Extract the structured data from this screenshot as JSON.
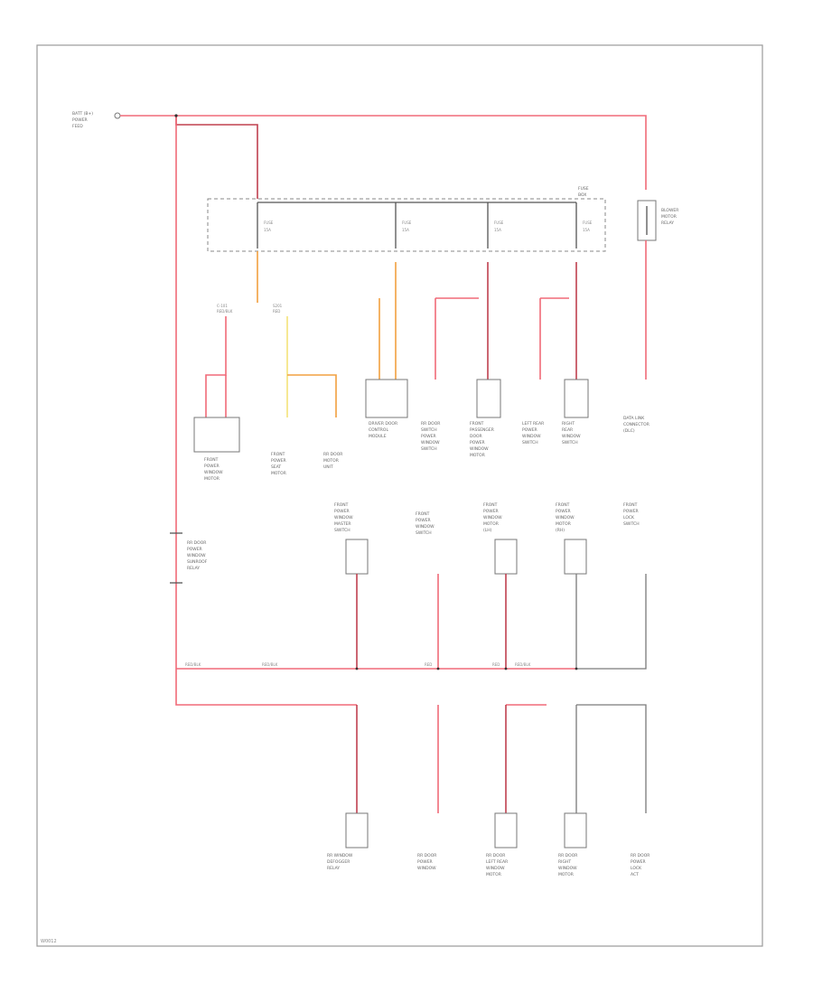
{
  "source_label": [
    "BATT (B+)",
    "POWER",
    "FEED"
  ],
  "fuse_block_label": [
    "FUSE",
    "BOX"
  ],
  "fuses": [
    {
      "name": "FUSE",
      "rating": "15A"
    },
    {
      "name": "FUSE",
      "rating": "15A"
    },
    {
      "name": "FUSE",
      "rating": "15A"
    },
    {
      "name": "FUSE",
      "rating": "15A"
    }
  ],
  "relay_label": [
    "BLOWER",
    "MOTOR",
    "RELAY"
  ],
  "splice_labels": {
    "left": [
      "C-101",
      "RED/BLK"
    ],
    "mid": [
      "S201",
      "RED"
    ]
  },
  "top_components": [
    [
      "FRONT",
      "POWER",
      "WINDOW",
      "MOTOR"
    ],
    [
      "FRONT",
      "POWER",
      "SEAT",
      "MOTOR"
    ],
    [
      "RR DOOR",
      "MOTOR",
      "UNIT"
    ],
    [
      "DRIVER DOOR",
      "CONTROL",
      "MODULE"
    ],
    [
      "RR DOOR",
      "SWITCH",
      "POWER",
      "WINDOW",
      "SWITCH"
    ],
    [
      "FRONT",
      "PASSENGER",
      "DOOR",
      "POWER",
      "WINDOW",
      "MOTOR"
    ],
    [
      "LEFT REAR",
      "POWER",
      "WINDOW",
      "SWITCH"
    ],
    [
      "RIGHT",
      "REAR",
      "WINDOW",
      "SWITCH"
    ],
    [
      "DATA LINK",
      "CONNECTOR",
      "(DLC)"
    ]
  ],
  "middle_components": [
    [
      "FRONT",
      "POWER",
      "WINDOW",
      "MASTER",
      "SWITCH"
    ],
    [
      "FRONT",
      "POWER",
      "WINDOW",
      "SWITCH"
    ],
    [
      "FRONT",
      "POWER",
      "WINDOW",
      "MOTOR",
      "(LH)"
    ],
    [
      "FRONT",
      "POWER",
      "WINDOW",
      "MOTOR",
      "(RH)"
    ],
    [
      "FRONT",
      "POWER",
      "LOCK",
      "SWITCH"
    ]
  ],
  "side_component": [
    "RR DOOR",
    "POWER",
    "WINDOW",
    "SUNROOF",
    "RELAY"
  ],
  "bus_labels": [
    "RED/BLK",
    "RED/BLK",
    "RED",
    "RED",
    "RED/BLK"
  ],
  "bottom_components": [
    [
      "RR WINDOW",
      "DEFOGGER",
      "RELAY"
    ],
    [
      "RR DOOR",
      "POWER",
      "WINDOW"
    ],
    [
      "RR DOOR",
      "LEFT REAR",
      "WINDOW",
      "MOTOR"
    ],
    [
      "RR DOOR",
      "RIGHT",
      "WINDOW",
      "MOTOR"
    ],
    [
      "RR DOOR",
      "POWER",
      "LOCK",
      "ACT"
    ]
  ],
  "wire_colors": {
    "red": "#f06a78",
    "dark_red": "#c0404f",
    "orange": "#f2a040",
    "yellow": "#f3e27a",
    "gray": "#7a7a7a"
  },
  "footer_code": "W0012"
}
